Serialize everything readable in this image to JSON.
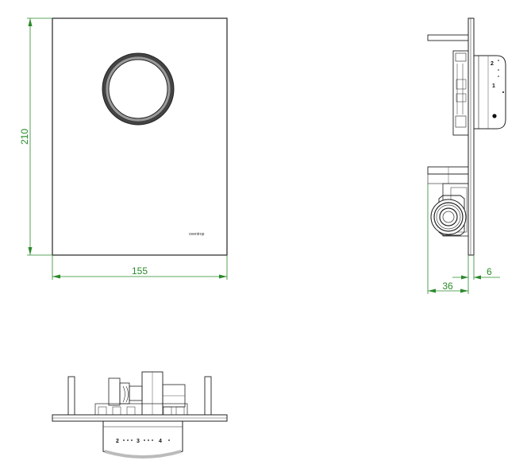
{
  "dimensions": {
    "height": "210",
    "width": "155",
    "depth": "36",
    "plate_thickness": "6"
  },
  "front_view": {
    "brand_mark": "oventrop"
  },
  "side_view": {
    "knob_scale": [
      "2",
      "1"
    ]
  },
  "bottom_view": {
    "knob_scale": [
      "2",
      "3",
      "4"
    ]
  },
  "colors": {
    "dimension": "#2a8a2a",
    "outline": "#222222"
  }
}
